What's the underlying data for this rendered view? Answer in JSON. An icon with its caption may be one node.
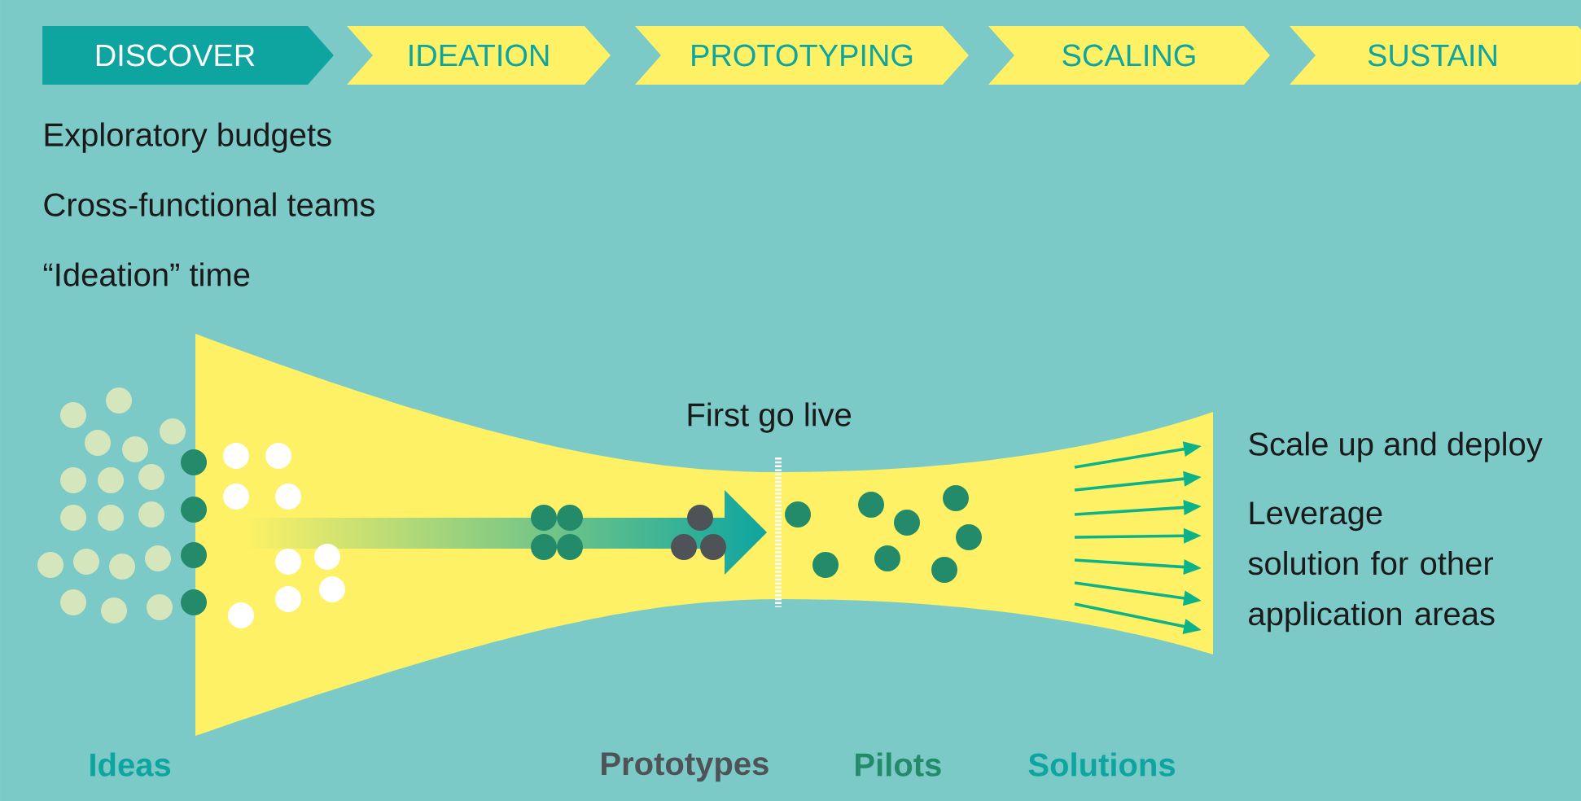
{
  "diagram": {
    "nodes": [
      {
        "text": [
          "DISCOVER"
        ]
      },
      {
        "text": [
          "IDEATION"
        ]
      },
      {
        "text": [
          "PROTOTYPING"
        ]
      },
      {
        "text": [
          "SCALING"
        ]
      },
      {
        "text": [
          "SUSTAIN"
        ]
      }
    ],
    "labels": [
      "Exploratory budgets",
      "Cross-functional teams",
      "“Ideation” time",
      "First go live",
      "Scale up and deploy",
      "Leverage solution for other application areas",
      "Ideas",
      "Prototypes",
      "Pilots",
      "Solutions"
    ]
  }
}
